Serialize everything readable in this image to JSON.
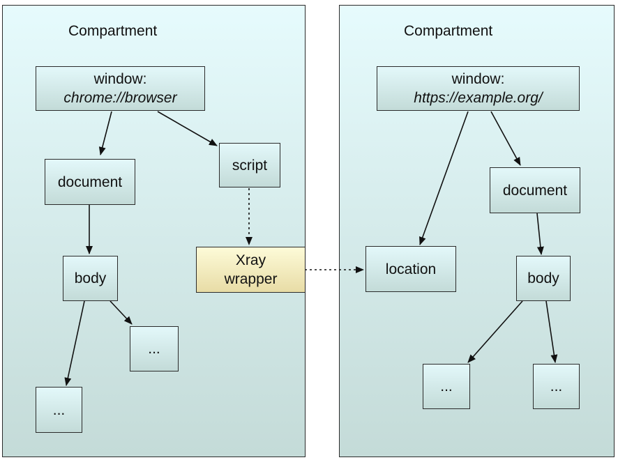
{
  "compartments": [
    {
      "label": "Compartment"
    },
    {
      "label": "Compartment"
    }
  ],
  "nodes": {
    "left_window": {
      "line1": "window:",
      "line2": "chrome://browser"
    },
    "left_document": {
      "label": "document"
    },
    "left_script": {
      "label": "script"
    },
    "left_body": {
      "label": "body"
    },
    "left_more_a": {
      "label": "..."
    },
    "left_more_b": {
      "label": "..."
    },
    "xray": {
      "line1": "Xray",
      "line2": "wrapper"
    },
    "right_window": {
      "line1": "window:",
      "line2": "https://example.org/"
    },
    "right_document": {
      "label": "document"
    },
    "right_location": {
      "label": "location"
    },
    "right_body": {
      "label": "body"
    },
    "right_more_a": {
      "label": "..."
    },
    "right_more_b": {
      "label": "..."
    }
  },
  "colors": {
    "compartment_fill_top": "#e6fbfd",
    "compartment_fill_bottom": "#c4dbd8",
    "xray_fill_top": "#fdfbd8",
    "xray_fill_bottom": "#e8dca6",
    "stroke": "#2a2a2a"
  },
  "edges": [
    {
      "from": "left_window",
      "to": "left_document",
      "style": "solid"
    },
    {
      "from": "left_window",
      "to": "left_script",
      "style": "solid"
    },
    {
      "from": "left_document",
      "to": "left_body",
      "style": "solid"
    },
    {
      "from": "left_body",
      "to": "left_more_a",
      "style": "solid"
    },
    {
      "from": "left_body",
      "to": "left_more_b",
      "style": "solid"
    },
    {
      "from": "left_script",
      "to": "xray",
      "style": "dotted"
    },
    {
      "from": "xray",
      "to": "right_location",
      "style": "dotted"
    },
    {
      "from": "right_window",
      "to": "right_location",
      "style": "solid"
    },
    {
      "from": "right_window",
      "to": "right_document",
      "style": "solid"
    },
    {
      "from": "right_document",
      "to": "right_body",
      "style": "solid"
    },
    {
      "from": "right_body",
      "to": "right_more_a",
      "style": "solid"
    },
    {
      "from": "right_body",
      "to": "right_more_b",
      "style": "solid"
    }
  ]
}
